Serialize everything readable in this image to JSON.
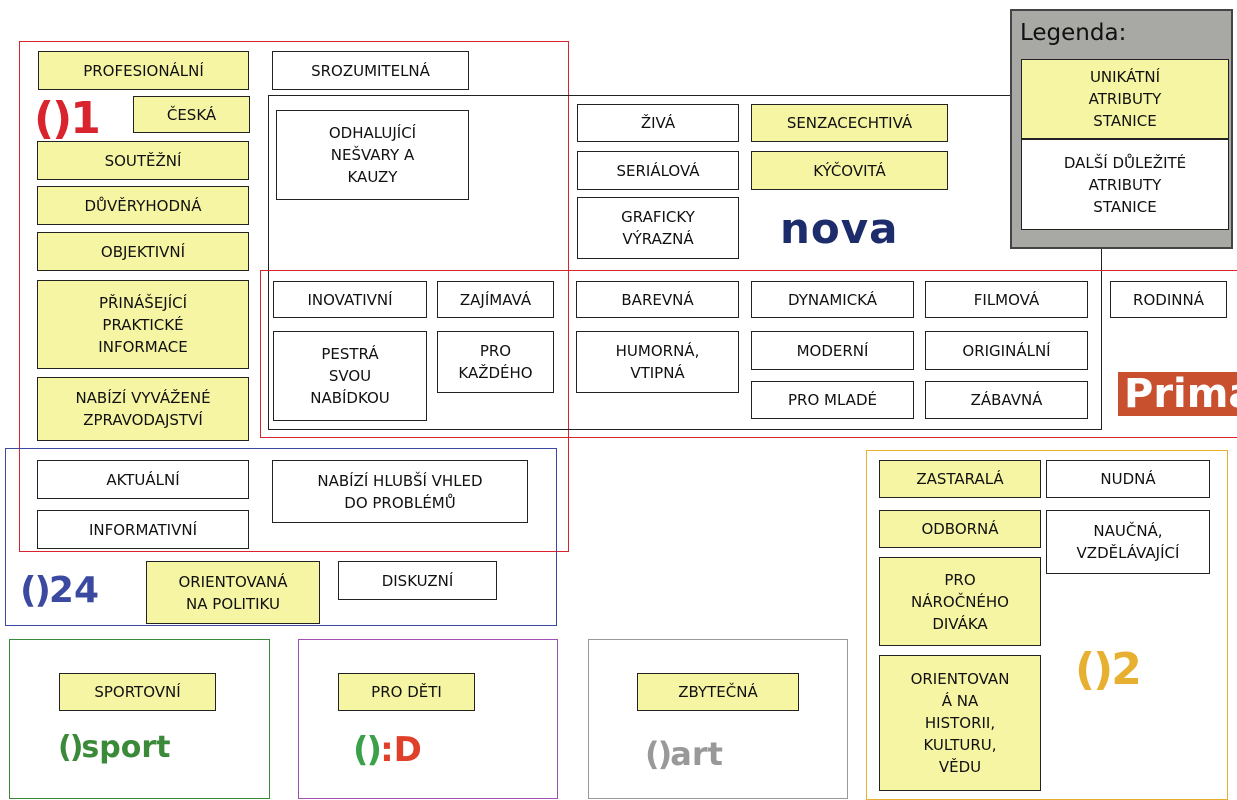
{
  "legend": {
    "title": "Legenda:",
    "unique": "UNIKÁTNÍ\nATRIBUTY\nSTANICE",
    "other": "DALŠÍ DŮLEŽITÉ\nATRIBUTY\nSTANICE"
  },
  "colors": {
    "ct1": "#d9232d",
    "prima": "#d9232d",
    "nova": "#222222",
    "ct24": "#3b4aa0",
    "ct2": "#e8b030",
    "sport": "#3a8a3a",
    "dd": "#a050b0",
    "art": "#999999",
    "yellow": "#f5f5a3",
    "legend_bg": "#a8a8a4"
  },
  "logos": {
    "ct1": {
      "glyph": "()",
      "text": "1"
    },
    "nova": {
      "text": "nova"
    },
    "prima": {
      "text": "Prima"
    },
    "ct24": {
      "glyph": "()",
      "text": "24"
    },
    "ct2": {
      "glyph": "()",
      "text": "2"
    },
    "sport": {
      "glyph": "()",
      "text": "sport"
    },
    "dd": {
      "glyph": "()",
      "text": ":D"
    },
    "art": {
      "glyph": "()",
      "text": "art"
    }
  },
  "ct1": {
    "profesionalni": "PROFESIONÁLNÍ",
    "srozumitelna": "SROZUMITELNÁ",
    "ceska": "ČESKÁ",
    "soutezni": "SOUTĚŽNÍ",
    "duveryhodna": "DŮVĚRYHODNÁ",
    "objektivni": "OBJEKTIVNÍ",
    "prinasejici": "PŘINÁŠEJÍCÍ\nPRAKTICKÉ\nINFORMACE",
    "nabizi_vyvazene": "NABÍZÍ VYVÁŽENÉ\nZPRAVODAJSTVÍ"
  },
  "nova": {
    "odhalujici": "ODHALUJÍCÍ\nNEŠVARY A\nKAUZY",
    "ziva": "ŽIVÁ",
    "senzacechtiva": "SENZACECHTIVÁ",
    "serialova": "SERIÁLOVÁ",
    "kycovita": "KÝČOVITÁ",
    "graficky": "GRAFICKY\nVÝRAZNÁ"
  },
  "shared": {
    "inovativni": "INOVATIVNÍ",
    "zajimava": "ZAJÍMAVÁ",
    "pestra": "PESTRÁ\nSVOU\nNABÍDKOU",
    "pro_kazdeho": "PRO\nKAŽDÉHO",
    "barevna": "BAREVNÁ",
    "humorna": "HUMORNÁ,\nVTIPNÁ",
    "dynamicka": "DYNAMICKÁ",
    "moderni": "MODERNÍ",
    "pro_mlade": "PRO MLADÉ",
    "filmova": "FILMOVÁ",
    "originalni": "ORIGINÁLNÍ",
    "zabavna": "ZÁBAVNÁ",
    "rodinna": "RODINNÁ"
  },
  "ct24": {
    "aktualni": "AKTUÁLNÍ",
    "informativni": "INFORMATIVNÍ",
    "hlubsi": "NABÍZÍ HLUBŠÍ VHLED\nDO PROBLÉMŮ",
    "politika": "ORIENTOVANÁ\nNA POLITIKU",
    "diskuzni": "DISKUZNÍ"
  },
  "ct2": {
    "zastarala": "ZASTARALÁ",
    "nudna": "NUDNÁ",
    "odborna": "ODBORNÁ",
    "naucna": "NAUČNÁ,\nVZDĚLÁVAJÍCÍ",
    "narocneho": "PRO\nNÁROČNÉHO\nDIVÁKA",
    "historii": "ORIENTOVAN\nÁ NA\nHISTORII,\nKULTURU,\nVĚDU"
  },
  "sport": {
    "sportovni": "SPORTOVNÍ"
  },
  "dd": {
    "pro_deti": "PRO DĚTI"
  },
  "art": {
    "zbytecna": "ZBYTEČNÁ"
  }
}
